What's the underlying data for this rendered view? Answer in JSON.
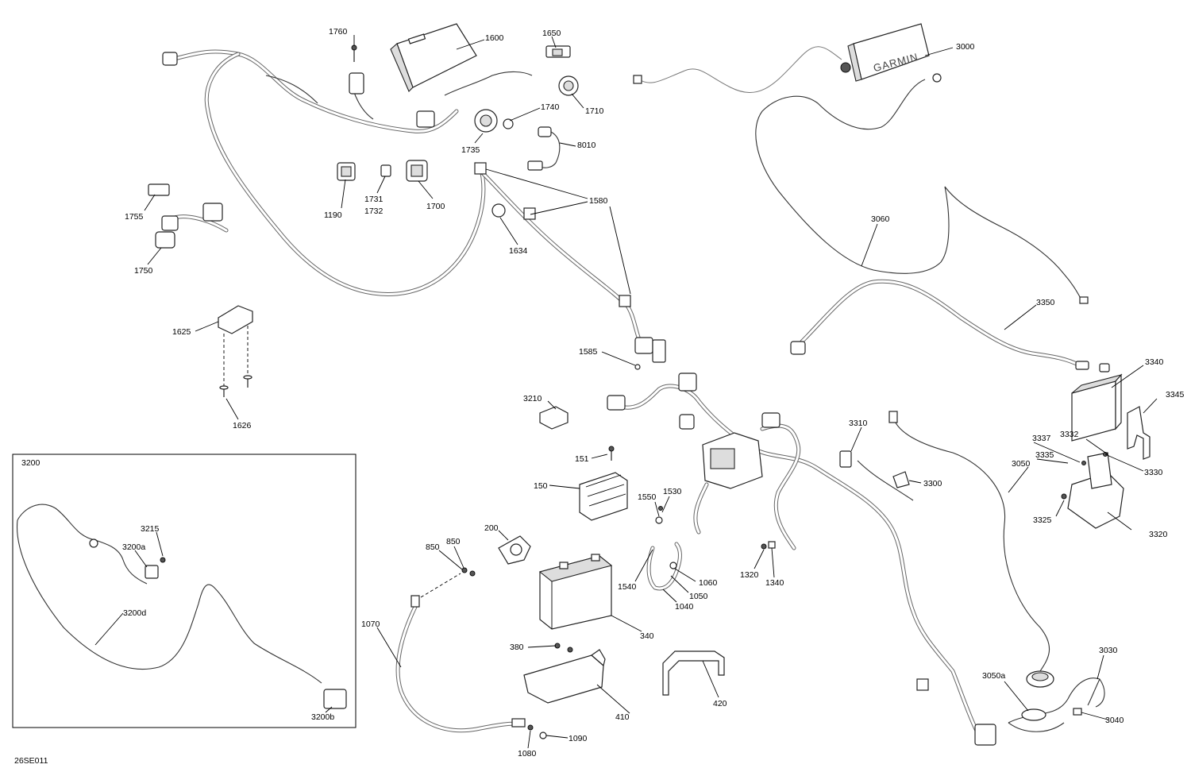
{
  "diagram": {
    "code": "26SE011",
    "brand_label": "GARMIN",
    "inset_label": "3200",
    "callouts": {
      "c1760": "1760",
      "c1600": "1600",
      "c1650": "1650",
      "c1740": "1740",
      "c1710": "1710",
      "c1735": "1735",
      "c8010": "8010",
      "c1190": "1190",
      "c1731": "1731",
      "c1732": "1732",
      "c1700": "1700",
      "c1580": "1580",
      "c1755": "1755",
      "c1750": "1750",
      "c1634": "1634",
      "c1625": "1625",
      "c1626": "1626",
      "c1585": "1585",
      "c3000": "3000",
      "c3060": "3060",
      "c3350": "3350",
      "c3340": "3340",
      "c3345": "3345",
      "c3210": "3210",
      "c3310": "3310",
      "c3337": "3337",
      "c3332": "3332",
      "c3335": "3335",
      "c3330": "3330",
      "c3050": "3050",
      "c3300": "3300",
      "c3325": "3325",
      "c3320": "3320",
      "c151": "151",
      "c150": "150",
      "c1550": "1550",
      "c1530": "1530",
      "c200": "200",
      "c850a": "850",
      "c850b": "850",
      "c1540": "1540",
      "c1060": "1060",
      "c1050": "1050",
      "c1040": "1040",
      "c1320": "1320",
      "c1340": "1340",
      "c1070": "1070",
      "c340": "340",
      "c380": "380",
      "c410": "410",
      "c420": "420",
      "c1080": "1080",
      "c1090": "1090",
      "c3030": "3030",
      "c3050a": "3050a",
      "c3040": "3040",
      "c3215": "3215",
      "c3200a": "3200a",
      "c3200d": "3200d",
      "c3200b": "3200b"
    }
  }
}
